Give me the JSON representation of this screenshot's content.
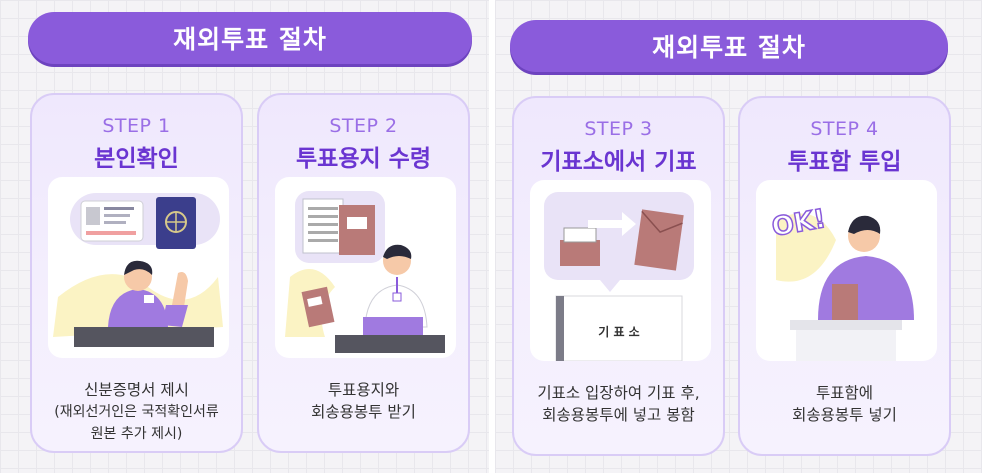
{
  "left_panel": {
    "title": "재외투표 절차",
    "steps": [
      {
        "label": "STEP 1",
        "title": "본인확인",
        "desc_lines": [
          "신분증명서 제시",
          "(재외선거인은 국적확인서류",
          "원본 추가 제시)"
        ]
      },
      {
        "label": "STEP 2",
        "title": "투표용지 수령",
        "desc_lines": [
          "투표용지와",
          "회송용봉투 받기"
        ]
      }
    ]
  },
  "right_panel": {
    "title": "재외투표 절차",
    "steps": [
      {
        "label": "STEP 3",
        "title": "기표소에서 기표",
        "desc_lines": [
          "기표소 입장하여 기표 후,",
          "회송용봉투에 넣고 봉함"
        ],
        "booth_sign": "기 표 소"
      },
      {
        "label": "STEP 4",
        "title": "투표함 투입",
        "desc_lines": [
          "투표함에",
          "회송용봉투 넣기"
        ],
        "ok_text": "OK!"
      }
    ]
  },
  "colors": {
    "accent": "#8a5bdb",
    "step_label": "#9a6ee6",
    "step_title": "#6a35d1",
    "card_border": "#d9ccf6"
  }
}
